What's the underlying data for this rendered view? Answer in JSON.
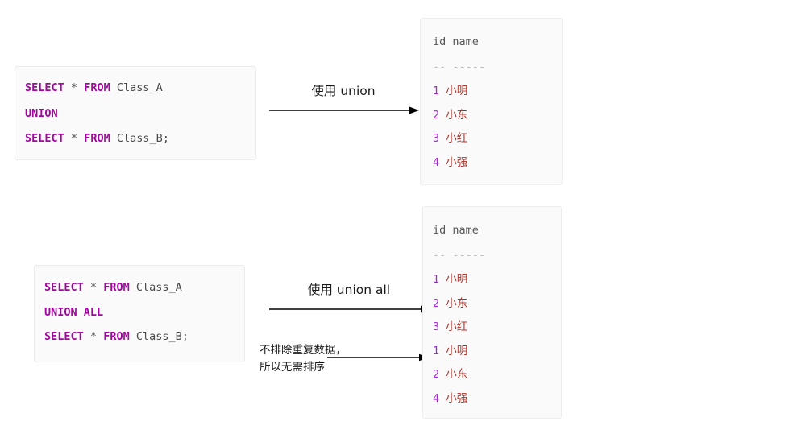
{
  "colors": {
    "keyword": "#a0089e",
    "identifier": "#4a4a4a",
    "row_id": "#a626d4",
    "row_name": "#b5322b",
    "card_bg": "#fafafa",
    "card_border": "#ececec",
    "rule": "#bdbdbd",
    "arrow": "#000000",
    "page_bg": "#ffffff"
  },
  "diagram": {
    "top": {
      "code": {
        "lines": [
          {
            "keyword1": "SELECT",
            "star": "*",
            "keyword2": "FROM",
            "table": "Class_A"
          },
          {
            "keyword1": "UNION",
            "star": "",
            "keyword2": "",
            "table": ""
          },
          {
            "keyword1": "SELECT",
            "star": "*",
            "keyword2": "FROM",
            "table": "Class_B;"
          }
        ],
        "line1_kw": "SELECT",
        "line1_star": "*",
        "line1_from": "FROM",
        "line1_table": "Class_A",
        "line2_kw": "UNION",
        "line3_kw": "SELECT",
        "line3_star": "*",
        "line3_from": "FROM",
        "line3_table": "Class_B;"
      },
      "arrow_label": "使用 union",
      "result": {
        "header": "id name",
        "rule": "-- -----",
        "rows": [
          {
            "id": "1",
            "name": "小明"
          },
          {
            "id": "2",
            "name": "小东"
          },
          {
            "id": "3",
            "name": "小红"
          },
          {
            "id": "4",
            "name": "小强"
          }
        ]
      }
    },
    "bottom": {
      "code": {
        "line1_kw": "SELECT",
        "line1_star": "*",
        "line1_from": "FROM",
        "line1_table": "Class_A",
        "line2_kw": "UNION ALL",
        "line3_kw": "SELECT",
        "line3_star": "*",
        "line3_from": "FROM",
        "line3_table": "Class_B;"
      },
      "arrow_label": "使用 union all",
      "note": "不排除重复数据，\n所以无需排序",
      "result": {
        "header": "id name",
        "rule": "-- -----",
        "rows": [
          {
            "id": "1",
            "name": "小明"
          },
          {
            "id": "2",
            "name": "小东"
          },
          {
            "id": "3",
            "name": "小红"
          },
          {
            "id": "1",
            "name": "小明"
          },
          {
            "id": "2",
            "name": "小东"
          },
          {
            "id": "4",
            "name": "小强"
          }
        ]
      }
    }
  }
}
